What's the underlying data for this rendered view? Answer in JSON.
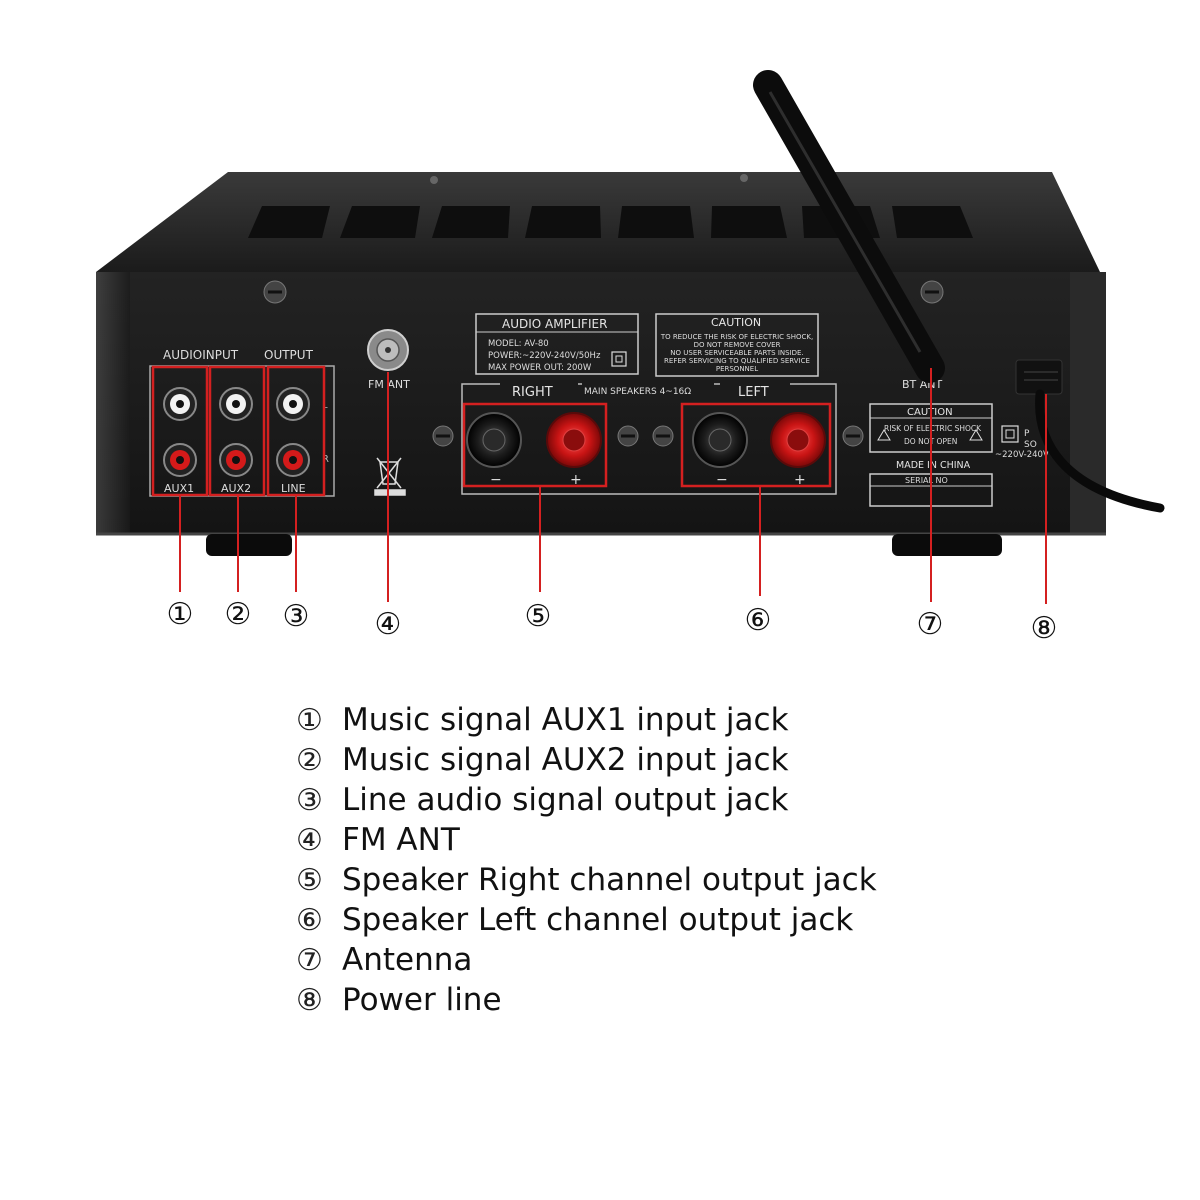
{
  "panel": {
    "audio_input_label": "AUDIOINPUT",
    "output_label": "OUTPUT",
    "aux1_label": "AUX1",
    "aux2_label": "AUX2",
    "line_label": "LINE",
    "l_label": "L",
    "r_label": "R",
    "fm_ant_label": "FM ANT",
    "bt_ant_label": "BT ANT",
    "right_label": "RIGHT",
    "left_label": "LEFT",
    "main_speakers_label": "MAIN SPEAKERS 4~16Ω",
    "minus": "−",
    "plus": "+",
    "info_title": "AUDIO AMPLIFIER",
    "info_model": "MODEL: AV-80",
    "info_power": "POWER:~220V-240V/50Hz",
    "info_max_power": "MAX POWER OUT: 200W",
    "caution_title": "CAUTION",
    "caution_lines": [
      "TO REDUCE THE RISK OF ELECTRIC SHOCK,",
      "DO NOT REMOVE COVER",
      "NO USER SERVICEABLE PARTS INSIDE.",
      "REFER SERVICING TO QUALIFIED SERVICE",
      "PERSONNEL"
    ],
    "caution2_title": "CAUTION",
    "caution2_line1": "RISK OF ELECTRIC SHOCK",
    "caution2_line2": "DO NOT OPEN",
    "made_in": "MADE IN CHINA",
    "serial": "SERIAL NO",
    "power_source_1": "P",
    "power_source_2": "SO",
    "power_voltage": "~220V-240V"
  },
  "callouts": [
    "①",
    "②",
    "③",
    "④",
    "⑤",
    "⑥",
    "⑦",
    "⑧"
  ],
  "legend": [
    {
      "num": "①",
      "text": "Music signal AUX1 input jack"
    },
    {
      "num": "②",
      "text": "Music signal AUX2 input jack"
    },
    {
      "num": "③",
      "text": "Line audio signal output jack"
    },
    {
      "num": "④",
      "text": "FM ANT"
    },
    {
      "num": "⑤",
      "text": "Speaker Right channel output jack"
    },
    {
      "num": "⑥",
      "text": "Speaker Left channel output jack"
    },
    {
      "num": "⑦",
      "text": "Antenna"
    },
    {
      "num": "⑧",
      "text": "Power line"
    }
  ],
  "colors": {
    "highlight": "#d42020",
    "body": "#111111",
    "red_terminal": "#c81414"
  },
  "icons": [
    "screw-icon",
    "weee-bin-icon",
    "double-insulation-icon",
    "warning-triangle-icon"
  ]
}
